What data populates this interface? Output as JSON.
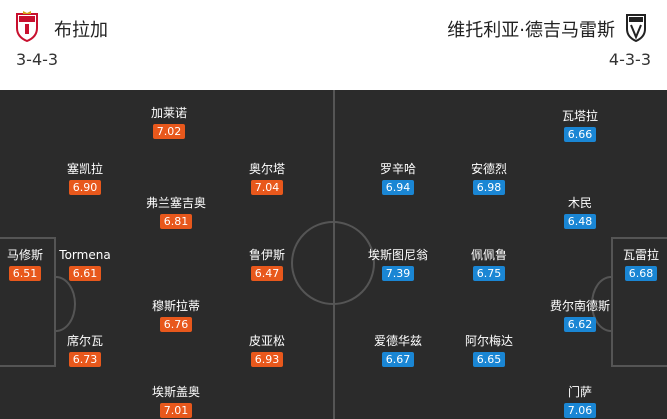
{
  "home": {
    "name": "布拉加",
    "formation": "3-4-3",
    "crest": "braga-crest-icon",
    "rating_color": "#e8581c",
    "players": [
      {
        "name": "加莱诺",
        "rating": "7.02"
      },
      {
        "name": "塞凯拉",
        "rating": "6.90"
      },
      {
        "name": "奥尔塔",
        "rating": "7.04"
      },
      {
        "name": "弗兰塞吉奥",
        "rating": "6.81"
      },
      {
        "name": "马修斯",
        "rating": "6.51"
      },
      {
        "name": "Tormena",
        "rating": "6.61"
      },
      {
        "name": "鲁伊斯",
        "rating": "6.47"
      },
      {
        "name": "穆斯拉蒂",
        "rating": "6.76"
      },
      {
        "name": "席尔瓦",
        "rating": "6.73"
      },
      {
        "name": "皮亚松",
        "rating": "6.93"
      },
      {
        "name": "埃斯盖奥",
        "rating": "7.01"
      }
    ]
  },
  "away": {
    "name": "维托利亚·德吉马雷斯",
    "formation": "4-3-3",
    "crest": "vitoria-crest-icon",
    "rating_color": "#1a86d4",
    "players": [
      {
        "name": "瓦塔拉",
        "rating": "6.66"
      },
      {
        "name": "罗辛哈",
        "rating": "6.94"
      },
      {
        "name": "安德烈",
        "rating": "6.98"
      },
      {
        "name": "木民",
        "rating": "6.48"
      },
      {
        "name": "埃斯图尼翁",
        "rating": "7.39"
      },
      {
        "name": "佩佩鲁",
        "rating": "6.75"
      },
      {
        "name": "瓦雷拉",
        "rating": "6.68"
      },
      {
        "name": "费尔南德斯",
        "rating": "6.62"
      },
      {
        "name": "爱德华兹",
        "rating": "6.67"
      },
      {
        "name": "阿尔梅达",
        "rating": "6.65"
      },
      {
        "name": "门萨",
        "rating": "7.06"
      }
    ]
  }
}
